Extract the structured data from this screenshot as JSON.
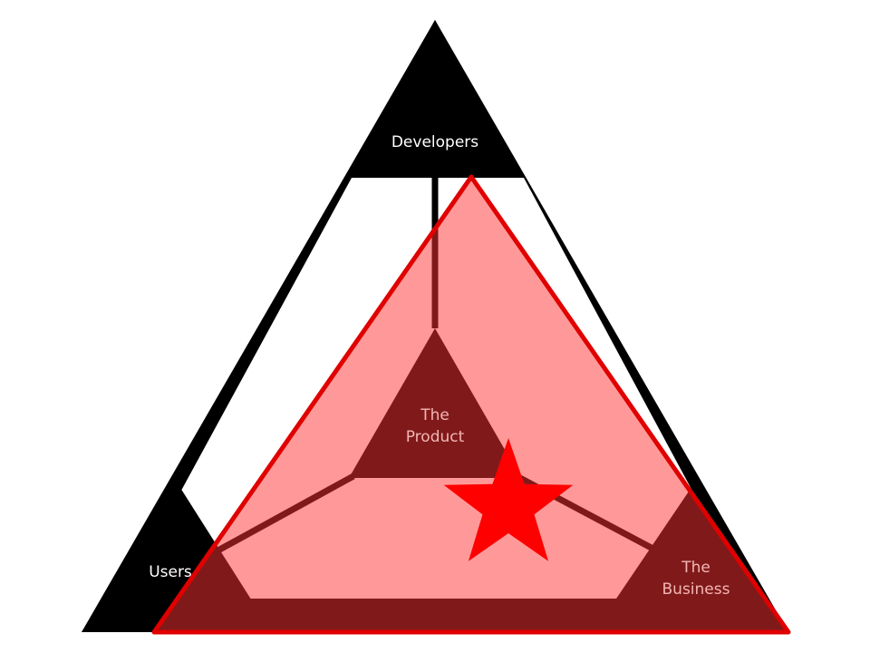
{
  "diagram": {
    "nodes": {
      "developers": {
        "label": "Developers"
      },
      "product": {
        "line1": "The",
        "line2": "Product"
      },
      "users": {
        "label": "Users"
      },
      "business": {
        "line1": "The",
        "line2": "Business"
      }
    },
    "colors": {
      "outline": "#000000",
      "corner_fill": "#000000",
      "label_light": "#ffffff",
      "overlay_fill": "#ff9999",
      "overlay_stroke": "#e00000",
      "star": "#ff0000",
      "product_fill": "#000000"
    },
    "icons": {
      "marker": "star-icon"
    }
  }
}
